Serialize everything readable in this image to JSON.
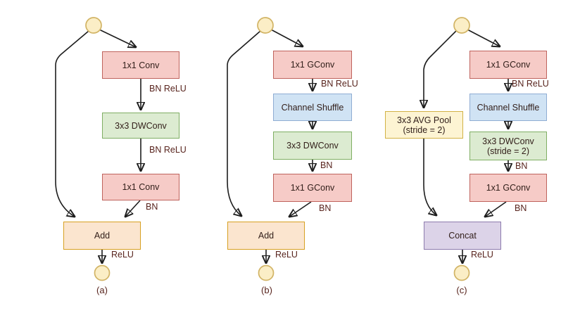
{
  "figure": {
    "description": "Three building-block diagrams labelled (a), (b), (c)",
    "colors": {
      "background": "#ffffff",
      "conv_fill": "#f6cbc7",
      "conv_border": "#bf635d",
      "dwconv_fill": "#dcebd1",
      "dwconv_border": "#7fae63",
      "shuffle_fill": "#d0e3f4",
      "shuffle_border": "#8fadd3",
      "add_fill": "#fbe5cf",
      "add_border": "#d7a021",
      "pool_fill": "#fdf4d3",
      "pool_border": "#d2b245",
      "concat_fill": "#dcd3e8",
      "concat_border": "#8d7bad",
      "io_circle_fill": "#fbeec6",
      "io_circle_border": "#d2b465",
      "edge_stroke": "#1d1d1d",
      "node_text": "#33201b",
      "label_text": "#58241d"
    }
  },
  "diagrams": [
    {
      "caption": "(a)",
      "nodes": [
        {
          "label": "1x1 Conv"
        },
        {
          "label": "3x3 DWConv"
        },
        {
          "label": "1x1 Conv"
        },
        {
          "label": "Add"
        }
      ],
      "edge_labels": {
        "conv1_out": "BN ReLU",
        "dwconv_out": "BN ReLU",
        "conv2_out": "BN",
        "merge_out": "ReLU"
      }
    },
    {
      "caption": "(b)",
      "nodes": [
        {
          "label": "1x1 GConv"
        },
        {
          "label": "Channel Shuffle"
        },
        {
          "label": "3x3 DWConv"
        },
        {
          "label": "1x1 GConv"
        },
        {
          "label": "Add"
        }
      ],
      "edge_labels": {
        "gconv1_out": "BN ReLU",
        "dwconv_out": "BN",
        "gconv2_out": "BN",
        "merge_out": "ReLU"
      }
    },
    {
      "caption": "(c)",
      "nodes": [
        {
          "label": "1x1 GConv"
        },
        {
          "label": "Channel Shuffle"
        },
        {
          "label": "3x3 DWConv",
          "sublabel": "(stride = 2)"
        },
        {
          "label": "1x1 GConv"
        },
        {
          "label": "3x3 AVG Pool",
          "sublabel": "(stride = 2)"
        },
        {
          "label": "Concat"
        }
      ],
      "edge_labels": {
        "gconv1_out": "BN ReLU",
        "dwconv_out": "BN",
        "gconv2_out": "BN",
        "merge_out": "ReLU"
      }
    }
  ]
}
